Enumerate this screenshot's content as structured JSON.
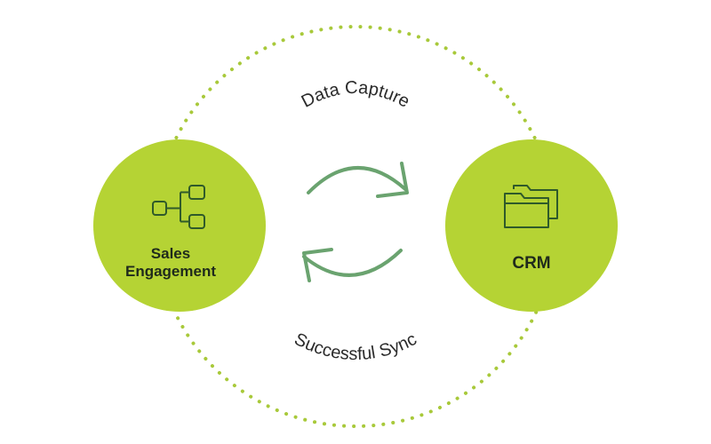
{
  "diagram": {
    "colors": {
      "node_fill": "#b5d334",
      "dotted_ring": "#a8c93a",
      "sync_arrows": "#6aa36f",
      "icon_stroke": "#2f5a2a"
    },
    "left_node": {
      "label_line1": "Sales",
      "label_line2": "Engagement",
      "icon": "hierarchy-icon"
    },
    "right_node": {
      "label": "CRM",
      "icon": "folders-icon"
    },
    "top_label": "Data Capture",
    "bottom_label": "Successful Sync"
  }
}
